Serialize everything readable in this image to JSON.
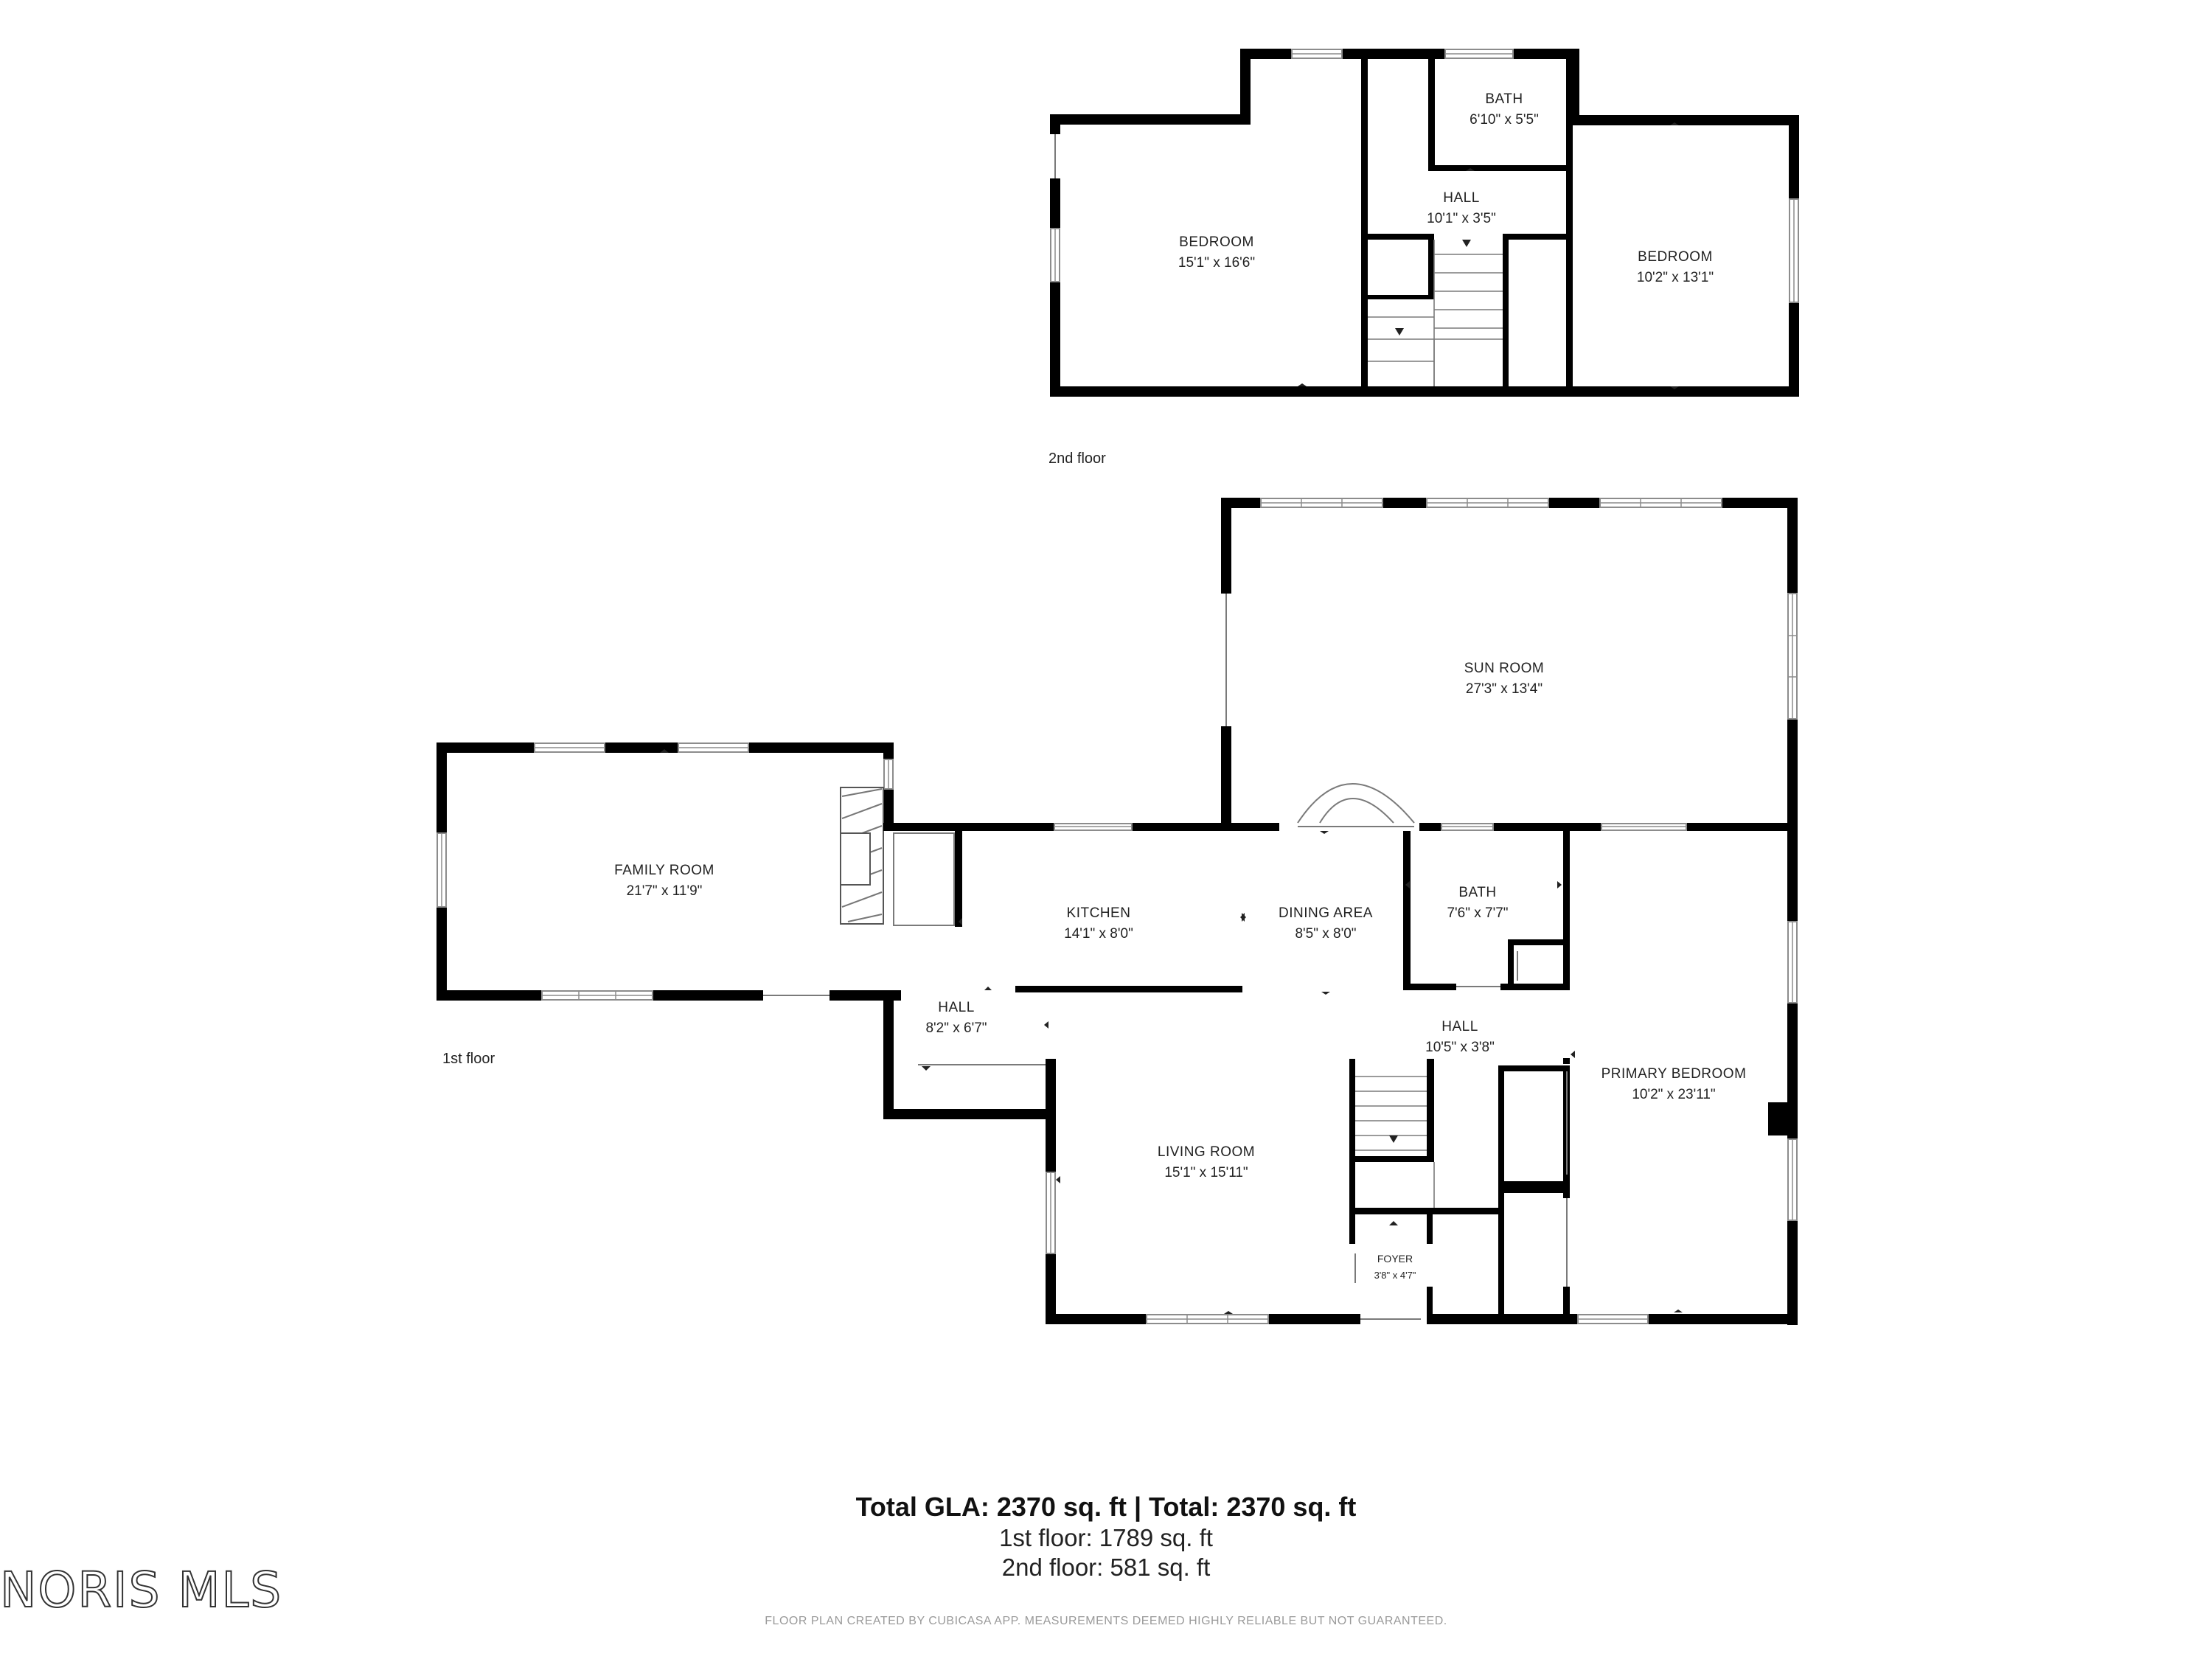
{
  "floors": {
    "second": {
      "label": "2nd floor",
      "rooms": {
        "bedroom_left": {
          "name": "BEDROOM",
          "dims": "15'1\" x 16'6\""
        },
        "bath": {
          "name": "BATH",
          "dims": "6'10\" x 5'5\""
        },
        "hall": {
          "name": "HALL",
          "dims": "10'1\" x 3'5\""
        },
        "bedroom_right": {
          "name": "BEDROOM",
          "dims": "10'2\" x 13'1\""
        }
      }
    },
    "first": {
      "label": "1st floor",
      "rooms": {
        "sun_room": {
          "name": "SUN ROOM",
          "dims": "27'3\" x 13'4\""
        },
        "family_room": {
          "name": "FAMILY ROOM",
          "dims": "21'7\" x 11'9\""
        },
        "kitchen": {
          "name": "KITCHEN",
          "dims": "14'1\" x 8'0\""
        },
        "dining_area": {
          "name": "DINING AREA",
          "dims": "8'5\" x 8'0\""
        },
        "bath": {
          "name": "BATH",
          "dims": "7'6\" x 7'7\""
        },
        "hall_left": {
          "name": "HALL",
          "dims": "8'2\" x 6'7\""
        },
        "hall_center": {
          "name": "HALL",
          "dims": "10'5\" x 3'8\""
        },
        "primary_bedroom": {
          "name": "PRIMARY BEDROOM",
          "dims": "10'2\" x 23'11\""
        },
        "living_room": {
          "name": "LIVING ROOM",
          "dims": "15'1\" x 15'11\""
        },
        "foyer": {
          "name": "FOYER",
          "dims": "3'8\" x 4'7\""
        }
      }
    }
  },
  "totals": {
    "gla_line": "Total GLA: 2370 sq. ft | Total: 2370 sq. ft",
    "first_floor_line": "1st floor: 1789 sq. ft",
    "second_floor_line": "2nd floor: 581 sq. ft"
  },
  "logo_text": "NORIS MLS",
  "disclaimer": "FLOOR PLAN CREATED BY CUBICASA APP. MEASUREMENTS DEEMED HIGHLY RELIABLE BUT NOT GUARANTEED."
}
